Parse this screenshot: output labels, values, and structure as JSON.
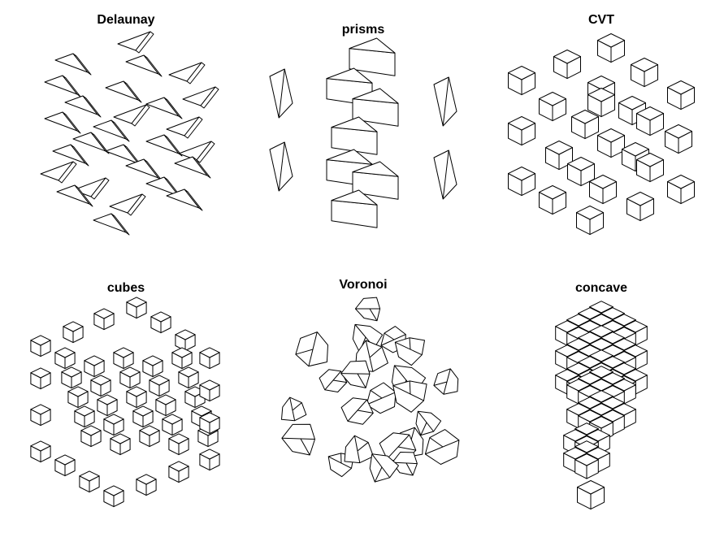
{
  "panels": [
    {
      "title": "Delaunay",
      "shape": "tetrahedron"
    },
    {
      "title": "prisms",
      "shape": "prism"
    },
    {
      "title": "CVT",
      "shape": "cube"
    },
    {
      "title": "cubes",
      "shape": "cube"
    },
    {
      "title": "Voronoi",
      "shape": "polyhedron"
    },
    {
      "title": "concave",
      "shape": "cube-stack"
    }
  ],
  "colors": {
    "stroke": "#000000",
    "fill": "#ffffff",
    "background": "#ffffff"
  }
}
